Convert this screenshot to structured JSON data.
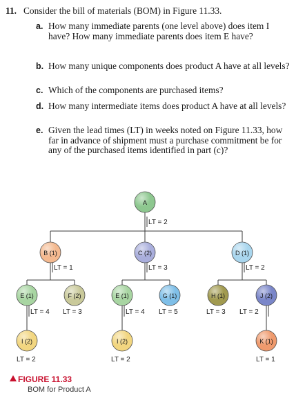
{
  "question": {
    "number": "11.",
    "text": "Consider the bill of materials (BOM) in Figure 11.33.",
    "parts": [
      {
        "label": "a.",
        "text": "How many immediate parents (one level above) does item I have? How many immediate parents does item E have?"
      },
      {
        "label": "b.",
        "text": "How many unique components does product A have at all levels?"
      },
      {
        "label": "c.",
        "text": "Which of the components are purchased items?"
      },
      {
        "label": "d.",
        "text": "How many intermediate items does product A have at all levels?"
      },
      {
        "label": "e.",
        "text": "Given the lead times (LT) in weeks noted on Figure 11.33, how far in advance of shipment must a purchase commitment be for any of the purchased items identified in part (c)?"
      }
    ]
  },
  "bom": {
    "nodes": [
      {
        "id": "A",
        "label": "A",
        "lt": "LT = 2",
        "color": "#8dc78f"
      },
      {
        "id": "B",
        "label": "B (1)",
        "lt": "LT = 1",
        "color": "#f4b98f"
      },
      {
        "id": "C",
        "label": "C (2)",
        "lt": "LT = 3",
        "color": "#a9aedc"
      },
      {
        "id": "D",
        "label": "D (1)",
        "lt": "LT = 2",
        "color": "#a9d6ee"
      },
      {
        "id": "E1",
        "label": "E (1)",
        "lt": "LT = 4",
        "color": "#a8d5a2"
      },
      {
        "id": "F",
        "label": "F (2)",
        "lt": "LT = 3",
        "color": "#c9c99a"
      },
      {
        "id": "E2",
        "label": "E (1)",
        "lt": "LT = 4",
        "color": "#a8d5a2"
      },
      {
        "id": "G",
        "label": "G (1)",
        "lt": "LT = 5",
        "color": "#7fbfe8"
      },
      {
        "id": "H",
        "label": "H (1)",
        "lt": "LT = 3",
        "color": "#a19a4f"
      },
      {
        "id": "J",
        "label": "J (2)",
        "lt": "LT = 2",
        "color": "#7a86c9"
      },
      {
        "id": "I1",
        "label": "I (2)",
        "lt": "LT = 2",
        "color": "#f2d680"
      },
      {
        "id": "I2",
        "label": "I (2)",
        "lt": "LT = 2",
        "color": "#f2d680"
      },
      {
        "id": "K",
        "label": "K (1)",
        "lt": "LT = 1",
        "color": "#ef9a6d"
      }
    ]
  },
  "figure": {
    "title": "FIGURE 11.33",
    "caption": "BOM for Product A",
    "marker_color": "#c8102e"
  }
}
